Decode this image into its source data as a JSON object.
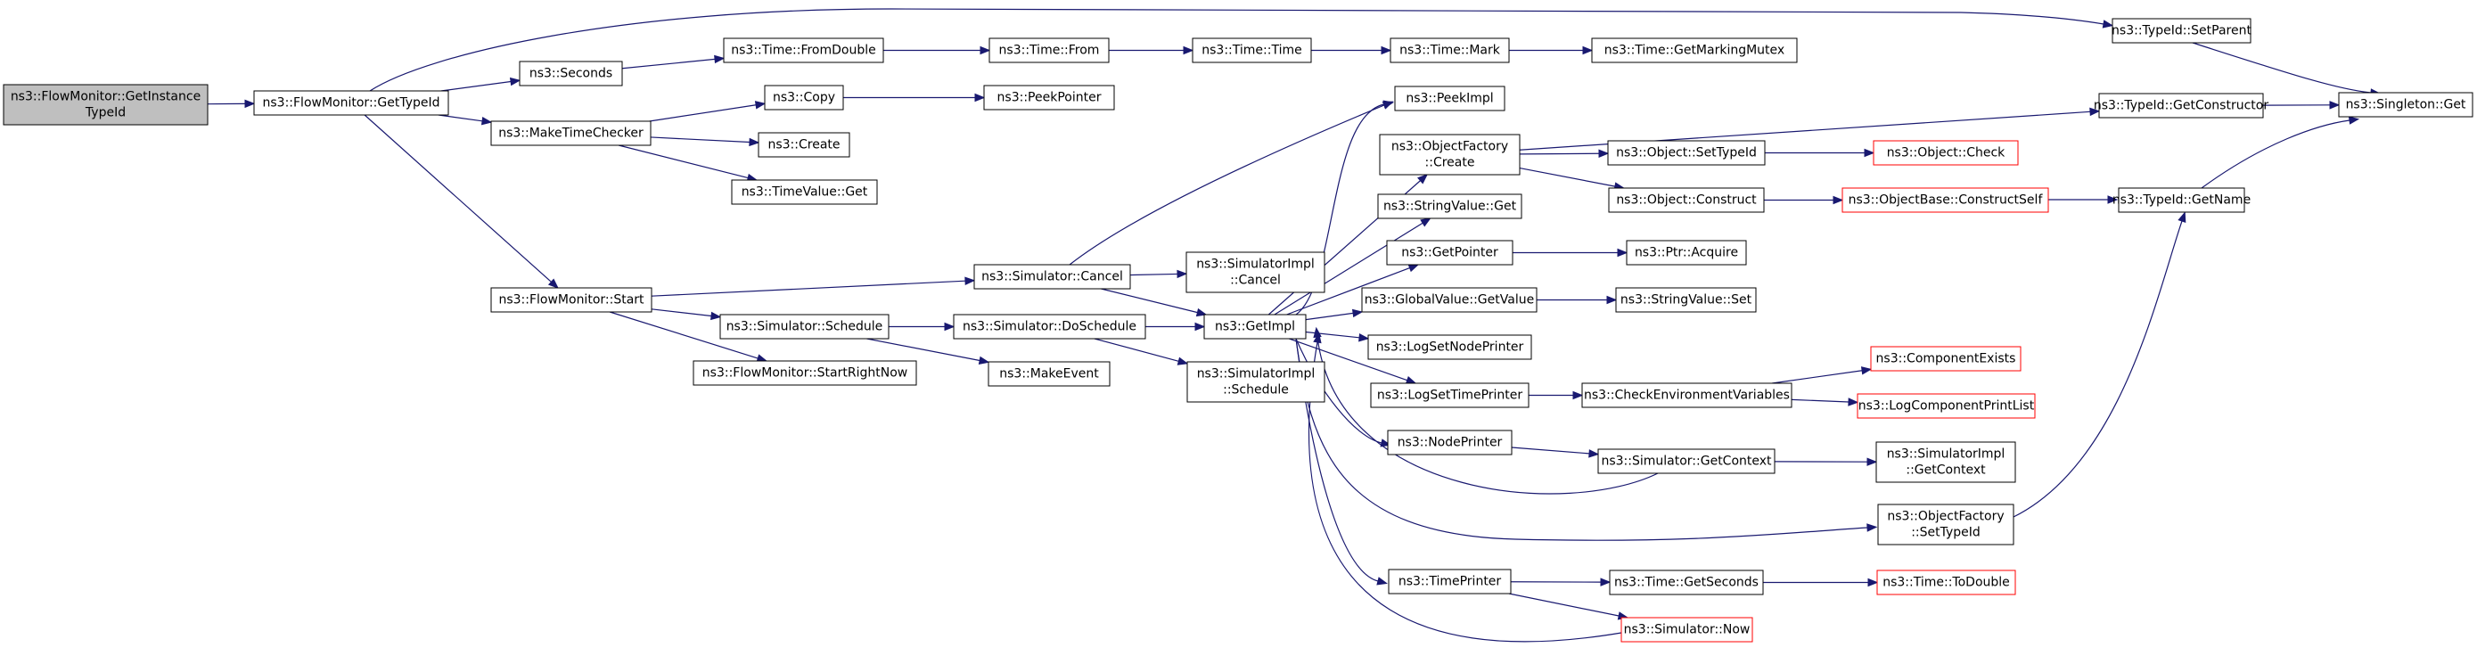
{
  "diagram": {
    "nodes": [
      {
        "id": "root",
        "lines": [
          "ns3::FlowMonitor::GetInstance",
          "TypeId"
        ]
      },
      {
        "id": "gettypeid",
        "lines": [
          "ns3::FlowMonitor::GetTypeId"
        ]
      },
      {
        "id": "seconds",
        "lines": [
          "ns3::Seconds"
        ]
      },
      {
        "id": "makechecker",
        "lines": [
          "ns3::MakeTimeChecker"
        ]
      },
      {
        "id": "start",
        "lines": [
          "ns3::FlowMonitor::Start"
        ]
      },
      {
        "id": "fromdouble",
        "lines": [
          "ns3::Time::FromDouble"
        ]
      },
      {
        "id": "from",
        "lines": [
          "ns3::Time::From"
        ]
      },
      {
        "id": "timetime",
        "lines": [
          "ns3::Time::Time"
        ]
      },
      {
        "id": "mark",
        "lines": [
          "ns3::Time::Mark"
        ]
      },
      {
        "id": "mutex",
        "lines": [
          "ns3::Time::GetMarkingMutex"
        ]
      },
      {
        "id": "copy",
        "lines": [
          "ns3::Copy"
        ]
      },
      {
        "id": "peekptr",
        "lines": [
          "ns3::PeekPointer"
        ]
      },
      {
        "id": "create",
        "lines": [
          "ns3::Create"
        ]
      },
      {
        "id": "tvget",
        "lines": [
          "ns3::TimeValue::Get"
        ]
      },
      {
        "id": "setparent",
        "lines": [
          "ns3::TypeId::SetParent"
        ]
      },
      {
        "id": "singleton",
        "lines": [
          "ns3::Singleton::Get"
        ]
      },
      {
        "id": "getctor",
        "lines": [
          "ns3::TypeId::GetConstructor"
        ]
      },
      {
        "id": "getname",
        "lines": [
          "ns3::TypeId::GetName"
        ]
      },
      {
        "id": "peekimpl",
        "lines": [
          "ns3::PeekImpl"
        ]
      },
      {
        "id": "ofcreate",
        "lines": [
          "ns3::ObjectFactory",
          "::Create"
        ]
      },
      {
        "id": "objsettypeid",
        "lines": [
          "ns3::Object::SetTypeId"
        ]
      },
      {
        "id": "objcheck",
        "lines": [
          "ns3::Object::Check"
        ],
        "truncated": true
      },
      {
        "id": "objconstruct",
        "lines": [
          "ns3::Object::Construct"
        ]
      },
      {
        "id": "constructself",
        "lines": [
          "ns3::ObjectBase::ConstructSelf"
        ],
        "truncated": true
      },
      {
        "id": "stringvalueget",
        "lines": [
          "ns3::StringValue::Get"
        ]
      },
      {
        "id": "getpointer",
        "lines": [
          "ns3::GetPointer"
        ]
      },
      {
        "id": "acquire",
        "lines": [
          "ns3::Ptr::Acquire"
        ]
      },
      {
        "id": "gvgetvalue",
        "lines": [
          "ns3::GlobalValue::GetValue"
        ]
      },
      {
        "id": "svset",
        "lines": [
          "ns3::StringValue::Set"
        ]
      },
      {
        "id": "logsetnode",
        "lines": [
          "ns3::LogSetNodePrinter"
        ]
      },
      {
        "id": "logsettime",
        "lines": [
          "ns3::LogSetTimePrinter"
        ]
      },
      {
        "id": "checkenv",
        "lines": [
          "ns3::CheckEnvironmentVariables"
        ]
      },
      {
        "id": "compexists",
        "lines": [
          "ns3::ComponentExists"
        ],
        "truncated": true
      },
      {
        "id": "logcompprint",
        "lines": [
          "ns3::LogComponentPrintList"
        ],
        "truncated": true
      },
      {
        "id": "nodeprinter",
        "lines": [
          "ns3::NodePrinter"
        ]
      },
      {
        "id": "simgetcontext",
        "lines": [
          "ns3::Simulator::GetContext"
        ]
      },
      {
        "id": "simimplgetcontext",
        "lines": [
          "ns3::SimulatorImpl",
          "::GetContext"
        ]
      },
      {
        "id": "ofsettypeid",
        "lines": [
          "ns3::ObjectFactory",
          "::SetTypeId"
        ]
      },
      {
        "id": "timeprinter",
        "lines": [
          "ns3::TimePrinter"
        ]
      },
      {
        "id": "getseconds",
        "lines": [
          "ns3::Time::GetSeconds"
        ]
      },
      {
        "id": "todouble",
        "lines": [
          "ns3::Time::ToDouble"
        ],
        "truncated": true
      },
      {
        "id": "simnow",
        "lines": [
          "ns3::Simulator::Now"
        ],
        "truncated": true
      },
      {
        "id": "simcancel",
        "lines": [
          "ns3::Simulator::Cancel"
        ]
      },
      {
        "id": "simimplcancel",
        "lines": [
          "ns3::SimulatorImpl",
          "::Cancel"
        ]
      },
      {
        "id": "getimpl",
        "lines": [
          "ns3::GetImpl"
        ]
      },
      {
        "id": "simschedule",
        "lines": [
          "ns3::Simulator::Schedule"
        ]
      },
      {
        "id": "doschedule",
        "lines": [
          "ns3::Simulator::DoSchedule"
        ]
      },
      {
        "id": "simimplschedule",
        "lines": [
          "ns3::SimulatorImpl",
          "::Schedule"
        ]
      },
      {
        "id": "makeevent",
        "lines": [
          "ns3::MakeEvent"
        ]
      },
      {
        "id": "startrightnow",
        "lines": [
          "ns3::FlowMonitor::StartRightNow"
        ]
      }
    ],
    "edges": [
      [
        "root",
        "gettypeid"
      ],
      [
        "gettypeid",
        "seconds"
      ],
      [
        "gettypeid",
        "makechecker"
      ],
      [
        "gettypeid",
        "start"
      ],
      [
        "gettypeid",
        "setparent"
      ],
      [
        "seconds",
        "fromdouble"
      ],
      [
        "fromdouble",
        "from"
      ],
      [
        "from",
        "timetime"
      ],
      [
        "timetime",
        "mark"
      ],
      [
        "mark",
        "mutex"
      ],
      [
        "makechecker",
        "copy"
      ],
      [
        "makechecker",
        "create"
      ],
      [
        "makechecker",
        "tvget"
      ],
      [
        "copy",
        "peekptr"
      ],
      [
        "setparent",
        "singleton"
      ],
      [
        "getctor",
        "singleton"
      ],
      [
        "getname",
        "singleton"
      ],
      [
        "start",
        "simcancel"
      ],
      [
        "start",
        "simschedule"
      ],
      [
        "start",
        "startrightnow"
      ],
      [
        "simcancel",
        "peekimpl"
      ],
      [
        "simcancel",
        "simimplcancel"
      ],
      [
        "simcancel",
        "getimpl"
      ],
      [
        "simschedule",
        "doschedule"
      ],
      [
        "simschedule",
        "makeevent"
      ],
      [
        "doschedule",
        "getimpl"
      ],
      [
        "doschedule",
        "simimplschedule"
      ],
      [
        "getimpl",
        "peekimpl"
      ],
      [
        "getimpl",
        "ofcreate"
      ],
      [
        "getimpl",
        "stringvalueget"
      ],
      [
        "getimpl",
        "getpointer"
      ],
      [
        "getimpl",
        "gvgetvalue"
      ],
      [
        "getimpl",
        "logsetnode"
      ],
      [
        "getimpl",
        "logsettime"
      ],
      [
        "getimpl",
        "nodeprinter"
      ],
      [
        "getimpl",
        "timeprinter"
      ],
      [
        "getimpl",
        "ofsettypeid"
      ],
      [
        "simgetcontext",
        "getimpl"
      ],
      [
        "simnow",
        "getimpl"
      ],
      [
        "ofcreate",
        "getctor"
      ],
      [
        "ofcreate",
        "objsettypeid"
      ],
      [
        "ofcreate",
        "objconstruct"
      ],
      [
        "objsettypeid",
        "objcheck"
      ],
      [
        "objconstruct",
        "constructself"
      ],
      [
        "constructself",
        "getname"
      ],
      [
        "getpointer",
        "acquire"
      ],
      [
        "gvgetvalue",
        "svset"
      ],
      [
        "logsettime",
        "checkenv"
      ],
      [
        "checkenv",
        "compexists"
      ],
      [
        "checkenv",
        "logcompprint"
      ],
      [
        "nodeprinter",
        "simgetcontext"
      ],
      [
        "simgetcontext",
        "simimplgetcontext"
      ],
      [
        "ofsettypeid",
        "getname"
      ],
      [
        "timeprinter",
        "getseconds"
      ],
      [
        "timeprinter",
        "simnow"
      ],
      [
        "getseconds",
        "todouble"
      ]
    ]
  }
}
